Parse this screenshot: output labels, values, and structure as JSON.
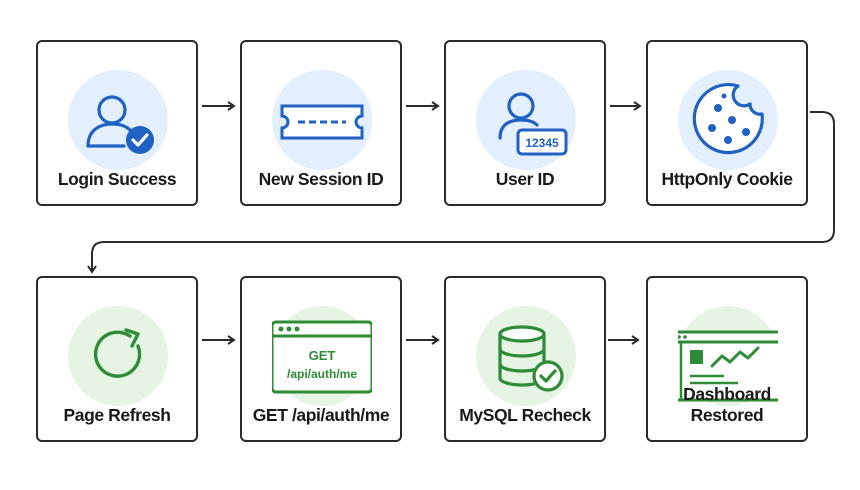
{
  "colors": {
    "blue": "#1f62c4",
    "blue_bg": "#e3effd",
    "green": "#2e8b36",
    "green_bg": "#e6f4e4",
    "border": "#2b2b2b"
  },
  "row1": [
    {
      "label": "Login Success",
      "icon": "user-check-icon"
    },
    {
      "label": "New Session ID",
      "icon": "ticket-icon"
    },
    {
      "label": "User ID",
      "icon": "user-id-icon",
      "badge": "12345"
    },
    {
      "label": "HttpOnly Cookie",
      "icon": "cookie-icon"
    }
  ],
  "row2": [
    {
      "label": "Page Refresh",
      "icon": "refresh-icon"
    },
    {
      "label": "GET /api/auth/me",
      "icon": "browser-request-icon",
      "code_line1": "GET",
      "code_line2": "/api/auth/me"
    },
    {
      "label": "MySQL Recheck",
      "icon": "database-check-icon"
    },
    {
      "label": "Dashboard Restored",
      "icon": "dashboard-icon"
    }
  ]
}
